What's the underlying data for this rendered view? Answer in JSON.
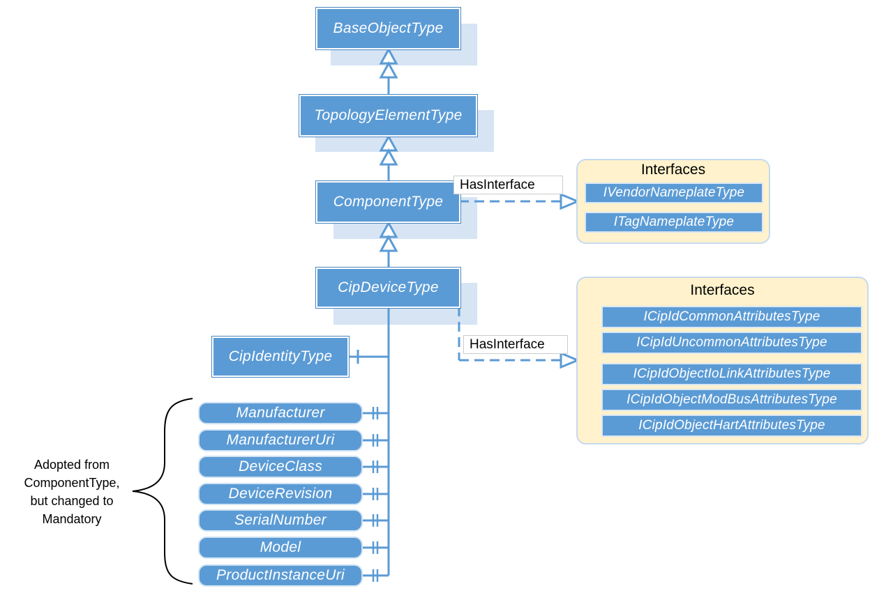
{
  "types": {
    "base_object": "BaseObjectType",
    "topology_element": "TopologyElementType",
    "component": "ComponentType",
    "cip_device": "CipDeviceType",
    "cip_identity": "CipIdentityType"
  },
  "properties": [
    "Manufacturer",
    "ManufacturerUri",
    "DeviceClass",
    "DeviceRevision",
    "SerialNumber",
    "Model",
    "ProductInstanceUri"
  ],
  "interfaces_top": {
    "title": "Interfaces",
    "items": [
      "IVendorNameplateType",
      "ITagNameplateType"
    ]
  },
  "interfaces_bottom": {
    "title": "Interfaces",
    "items": [
      "ICipIdCommonAttributesType",
      "ICipIdUncommonAttributesType",
      "ICipIdObjectIoLinkAttributesType",
      "ICipIdObjectModBusAttributesType",
      "ICipIdObjectHartAttributesType"
    ]
  },
  "references": {
    "has_interface_top": "HasInterface",
    "has_interface_bottom": "HasInterface"
  },
  "note": {
    "line1": "Adopted from",
    "line2": "ComponentType,",
    "line3": "but changed to",
    "line4": "Mandatory"
  },
  "colors": {
    "node_fill": "#5b9bd5",
    "node_shadow": "#d6e4f4",
    "connector": "#5b9bd5",
    "panel_fill": "#fff2cc"
  }
}
